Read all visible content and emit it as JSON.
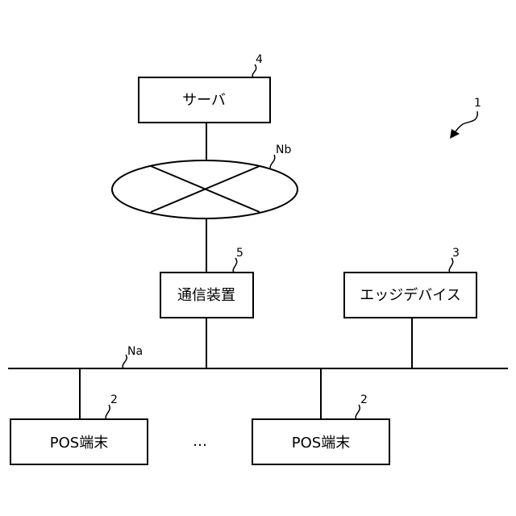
{
  "system_ref": "1",
  "server": {
    "label": "サーバ",
    "ref": "4"
  },
  "network_b": {
    "label": "Nb"
  },
  "comm_device": {
    "label": "通信装置",
    "ref": "5"
  },
  "edge_device": {
    "label": "エッジデバイス",
    "ref": "3"
  },
  "network_a": {
    "label": "Na"
  },
  "pos_terminals": [
    {
      "label": "POS端末",
      "ref": "2"
    },
    {
      "label": "POS端末",
      "ref": "2"
    }
  ],
  "ellipsis": "…",
  "colors": {
    "line": "#000000",
    "background": "#ffffff"
  }
}
